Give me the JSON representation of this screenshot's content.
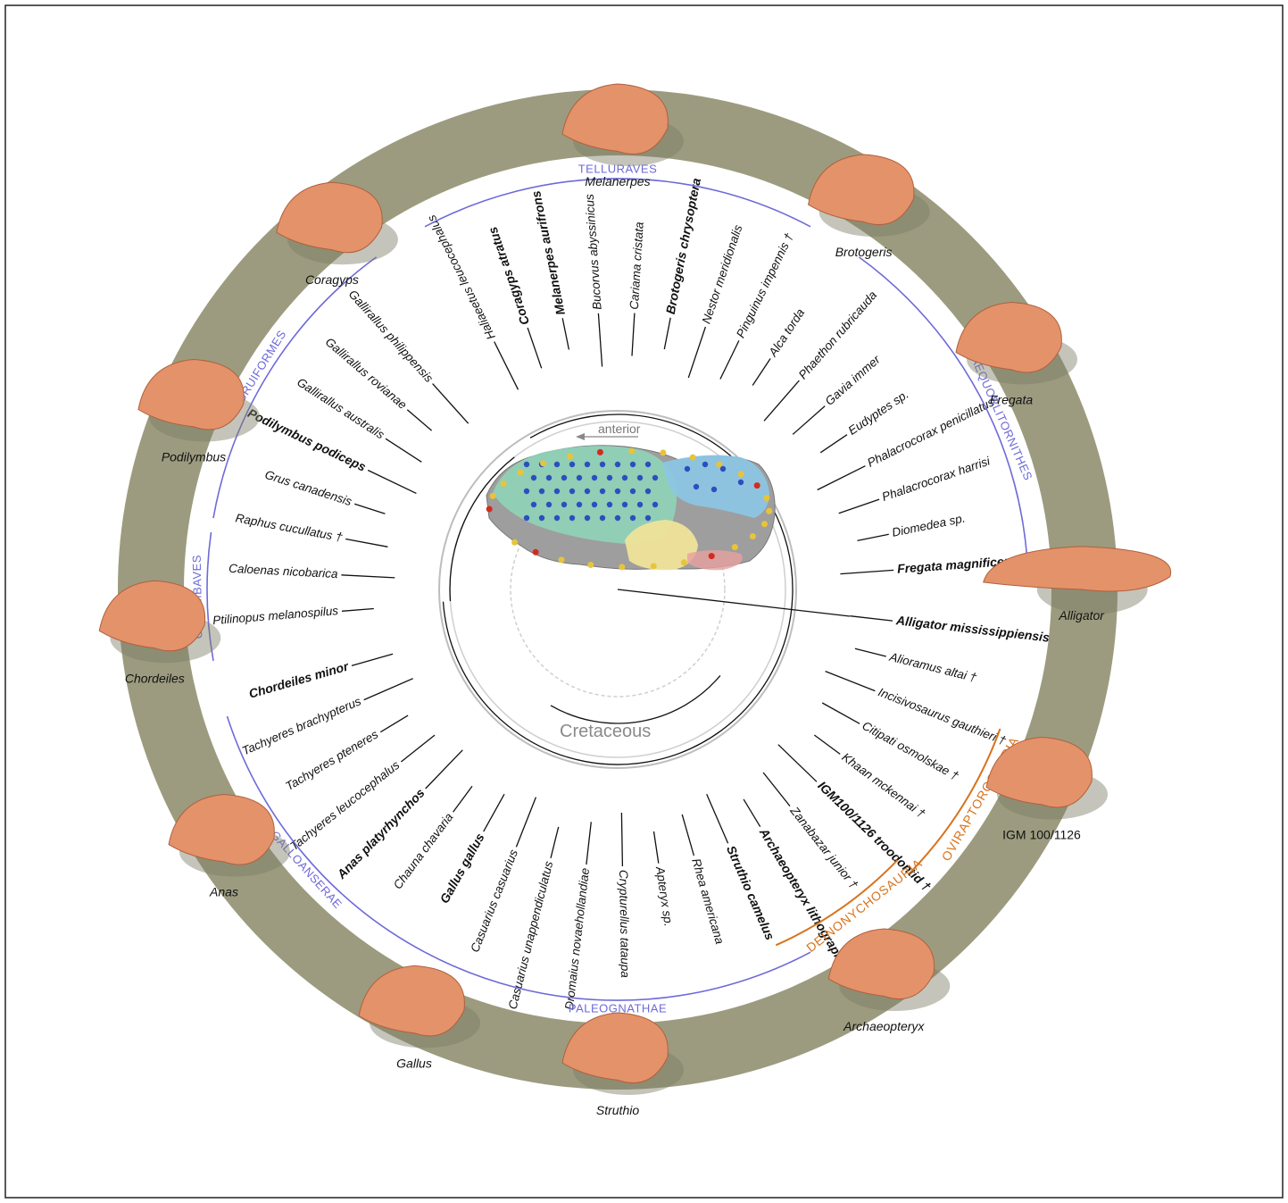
{
  "colors": {
    "ring": "#9c9b7f",
    "clade_label": "#6d6ad8",
    "dinosaur_label": "#d8731c",
    "endocast": "#e3926a",
    "landmark_blue": "#2b4fbf",
    "landmark_yellow": "#e8c43a",
    "landmark_red": "#d32b1e",
    "cerebrum_region": "#8fd3b8",
    "cerebellum_region": "#8cc6e6",
    "optic_lobe_region": "#efe39a"
  },
  "center_figure": {
    "direction_label": "anterior",
    "period_label": "Cretaceous"
  },
  "clades": [
    {
      "label": "TELLURAVES"
    },
    {
      "label": "AEQUORLITORNITHES"
    },
    {
      "label": "GRUIFORMES"
    },
    {
      "label": "COLUMBAVES"
    },
    {
      "label": "GALLOANSERAE"
    },
    {
      "label": "PALEOGNATHAE"
    }
  ],
  "dinosaur_clades": [
    {
      "label": "OVIRAPTOROSAURIA"
    },
    {
      "label": "DEINONYCHOSAURIA"
    }
  ],
  "taxa": [
    {
      "name": "Haliaeetus leucocephalus",
      "bold": false
    },
    {
      "name": "Coragyps atratus",
      "bold": true
    },
    {
      "name": "Melanerpes aurifrons",
      "bold": true
    },
    {
      "name": "Bucorvus abyssinicus",
      "bold": false
    },
    {
      "name": "Cariama cristata",
      "bold": false
    },
    {
      "name": "Brotogeris chrysoptera",
      "bold": true
    },
    {
      "name": "Nestor meridionalis",
      "bold": false
    },
    {
      "name": "Pinguinus impennis †",
      "bold": false
    },
    {
      "name": "Alca torda",
      "bold": false
    },
    {
      "name": "Phaethon rubricauda",
      "bold": false
    },
    {
      "name": "Gavia immer",
      "bold": false
    },
    {
      "name": "Eudyptes sp.",
      "bold": false
    },
    {
      "name": "Phalacrocorax penicillatus",
      "bold": false
    },
    {
      "name": "Phalacrocorax harrisi",
      "bold": false
    },
    {
      "name": "Diomedea sp.",
      "bold": false
    },
    {
      "name": "Fregata magnificens",
      "bold": true
    },
    {
      "name": "Alligator mississippiensis",
      "bold": true
    },
    {
      "name": "Alioramus altai †",
      "bold": false
    },
    {
      "name": "Incisivosaurus gauthieri †",
      "bold": false
    },
    {
      "name": "Citipati osmolskae †",
      "bold": false
    },
    {
      "name": "Khaan mckennai †",
      "bold": false
    },
    {
      "name": "IGM100/1126 troodontid †",
      "bold": true
    },
    {
      "name": "Zanabazar junior †",
      "bold": false
    },
    {
      "name": "Archaeopteryx lithographica †",
      "bold": true
    },
    {
      "name": "Struthio camelus",
      "bold": true
    },
    {
      "name": "Rhea americana",
      "bold": false
    },
    {
      "name": "Apteryx sp.",
      "bold": false
    },
    {
      "name": "Crypturellus tataupa",
      "bold": false
    },
    {
      "name": "Dromaius novaehollandiae",
      "bold": false
    },
    {
      "name": "Casuarius unappendiculatus",
      "bold": false
    },
    {
      "name": "Casuarius casuarius",
      "bold": false
    },
    {
      "name": "Gallus gallus",
      "bold": true
    },
    {
      "name": "Chauna chavaria",
      "bold": false
    },
    {
      "name": "Anas platyrhynchos",
      "bold": true
    },
    {
      "name": "Tachyeres leucocephalus",
      "bold": false
    },
    {
      "name": "Tachyeres pteneres",
      "bold": false
    },
    {
      "name": "Tachyeres brachypterus",
      "bold": false
    },
    {
      "name": "Chordeiles minor",
      "bold": true
    },
    {
      "name": "Ptilinopus melanospilus",
      "bold": false
    },
    {
      "name": "Caloenas nicobarica",
      "bold": false
    },
    {
      "name": "Raphus cucullatus †",
      "bold": false
    },
    {
      "name": "Grus canadensis",
      "bold": false
    },
    {
      "name": "Podilymbus podiceps",
      "bold": true
    },
    {
      "name": "Gallirallus australis",
      "bold": false
    },
    {
      "name": "Gallirallus rovianae",
      "bold": false
    },
    {
      "name": "Gallirallus philippensis",
      "bold": false
    }
  ],
  "endocasts": [
    {
      "label": "Melanerpes",
      "italic": true
    },
    {
      "label": "Brotogeris",
      "italic": true
    },
    {
      "label": "Fregata",
      "italic": true
    },
    {
      "label": "Alligator",
      "italic": true
    },
    {
      "label": "IGM 100/1126",
      "italic": false
    },
    {
      "label": "Archaeopteryx",
      "italic": true
    },
    {
      "label": "Struthio",
      "italic": true
    },
    {
      "label": "Gallus",
      "italic": true
    },
    {
      "label": "Anas",
      "italic": true
    },
    {
      "label": "Chordeiles",
      "italic": true
    },
    {
      "label": "Podilymbus",
      "italic": true
    },
    {
      "label": "Coragyps",
      "italic": true
    }
  ]
}
